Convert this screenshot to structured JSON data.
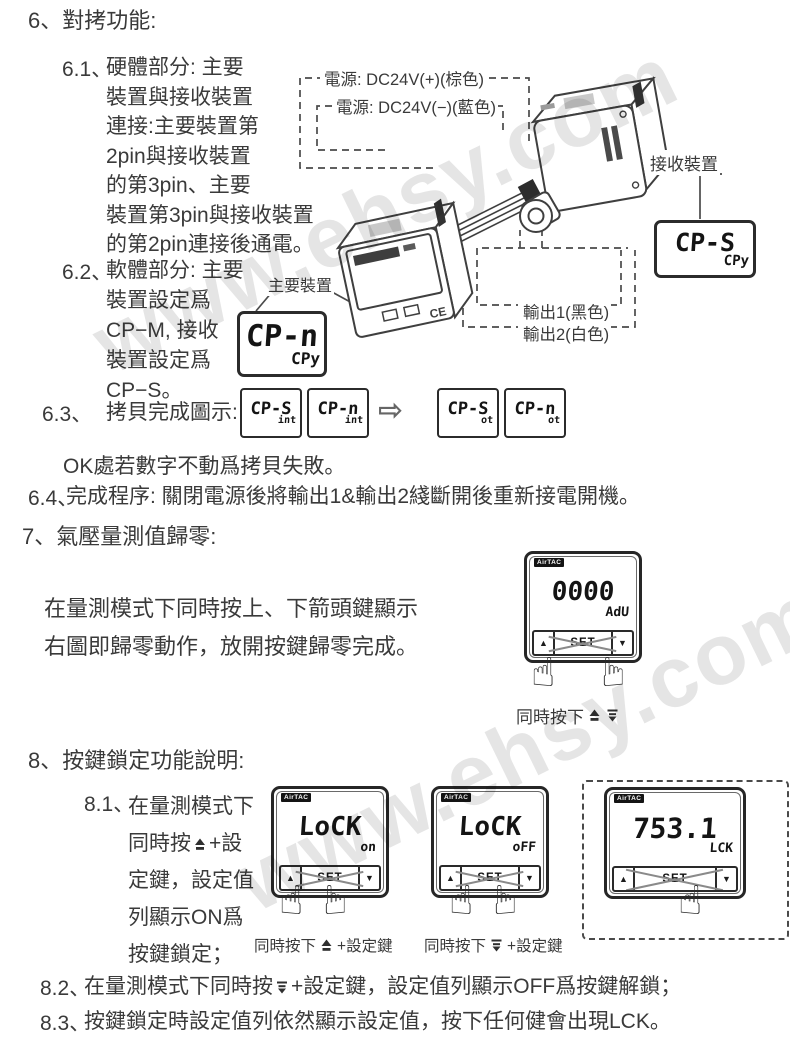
{
  "watermark": {
    "text": "www.ehsy.com"
  },
  "colors": {
    "ink": "#3a3a3a",
    "line": "#3f3f3f",
    "watermark": "#cbcbcb"
  },
  "icons": {
    "hand": "☝",
    "copy_arrow": "⇨",
    "up_btn": "▲",
    "down_btn": "▼"
  },
  "device_common": {
    "brand": "AirTAC",
    "set": "SET"
  },
  "s6": {
    "title": "6、對拷功能:",
    "i61": {
      "num": "6.1、",
      "text": "硬體部分: 主要\n裝置與接收裝置\n連接:主要裝置第\n2pin與接收裝置\n的第3pin、主要\n裝置第3pin與接收裝置\n的第2pin連接後通電。"
    },
    "i62": {
      "num": "6.2、",
      "text": "軟體部分: 主要\n裝置設定爲\nCP−M, 接收\n裝置設定爲\nCP−S。"
    },
    "i63": {
      "num": "6.3、",
      "label": "拷貝完成圖示:",
      "displays": [
        {
          "big": "CP-S",
          "small": "int"
        },
        {
          "big": "CP-n",
          "small": "int"
        },
        {
          "big": "CP-S",
          "small": "ot"
        },
        {
          "big": "CP-n",
          "small": "ot"
        }
      ],
      "note": "OK處若數字不動爲拷貝失敗。"
    },
    "i64": {
      "num": "6.4、",
      "text": "完成程序: 關閉電源後將輸出1&輸出2綫斷開後重新接電開機。"
    }
  },
  "diagram": {
    "power_pos": "電源: DC24V(+)(棕色)",
    "power_neg": "電源: DC24V(−)(藍色)",
    "main_label": "主要裝置",
    "receiver_label": "接收裝置",
    "out1": "輸出1(黑色)",
    "out2": "輸出2(白色)",
    "lcd_main": {
      "big": "CP-n",
      "small": "CPy"
    },
    "lcd_receiver": {
      "big": "CP-S",
      "small": "CPy"
    }
  },
  "s7": {
    "title": "7、氣壓量測值歸零:",
    "body": "在量測模式下同時按上、下箭頭鍵顯示\n右圖即歸零動作，放開按鍵歸零完成。",
    "device": {
      "big": "0000",
      "small": "AdU"
    },
    "caption": "同時按下"
  },
  "s8": {
    "title": "8、按鍵鎖定功能說明:",
    "i81": {
      "num": "8.1、",
      "pre": "在量測模式下\n同時按",
      "post": "+設\n定鍵，設定值\n列顯示ON爲\n按鍵鎖定；"
    },
    "i82": {
      "num": "8.2、",
      "pre": "在量測模式下同時按",
      "post": "+設定鍵，設定值列顯示OFF爲按鍵解鎖；"
    },
    "i83": {
      "num": "8.3、",
      "text": "按鍵鎖定時設定值列依然顯示設定值，按下任何健會出現LCK。"
    },
    "devices": [
      {
        "big": "LoCK",
        "small": "on",
        "caption_pre": "同時按下",
        "caption_post": "+設定鍵"
      },
      {
        "big": "LoCK",
        "small": "oFF",
        "caption_pre": "同時按下",
        "caption_post": "+設定鍵"
      },
      {
        "big": "753.1",
        "small": "LCK"
      }
    ]
  }
}
